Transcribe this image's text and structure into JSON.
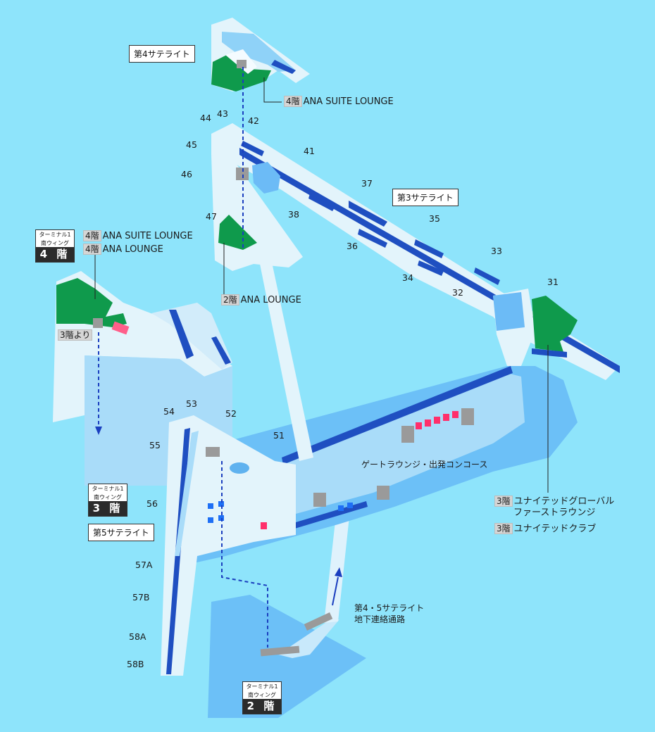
{
  "floors": {
    "f4": {
      "top": "ターミナル1",
      "mid": "南ウィング",
      "floor": "4 階"
    },
    "f3": {
      "top": "ターミナル1",
      "mid": "南ウィング",
      "floor": "3 階"
    },
    "f2": {
      "top": "ターミナル1",
      "mid": "南ウィング",
      "floor": "2 階"
    }
  },
  "satellites": {
    "s4": "第4サテライト",
    "s3": "第3サテライト",
    "s5": "第5サテライト"
  },
  "lounges": {
    "sat4_floor": "4階",
    "sat4_name": "ANA SUITE LOUNGE",
    "left_floor1": "4階",
    "left_name1": "ANA SUITE LOUNGE",
    "left_floor2": "4階",
    "left_name2": "ANA LOUNGE",
    "sat47_floor": "2階",
    "sat47_name": "ANA LOUNGE",
    "ua_floor1": "3階",
    "ua_name1_line1": "ユナイテッドグローバル",
    "ua_name1_line2": "ファーストラウンジ",
    "ua_floor2": "3階",
    "ua_name2": "ユナイテッドクラブ"
  },
  "labels": {
    "from_3f": "3階より",
    "concourse": "ゲートラウンジ・出発コンコース",
    "tunnel_line1": "第4・5サテライト",
    "tunnel_line2": "地下連絡通路"
  },
  "gates": [
    "44",
    "43",
    "42",
    "41",
    "45",
    "46",
    "37",
    "38",
    "47",
    "36",
    "35",
    "33",
    "34",
    "32",
    "31",
    "54",
    "53",
    "52",
    "51",
    "55",
    "56",
    "57A",
    "57B",
    "58A",
    "58B"
  ]
}
